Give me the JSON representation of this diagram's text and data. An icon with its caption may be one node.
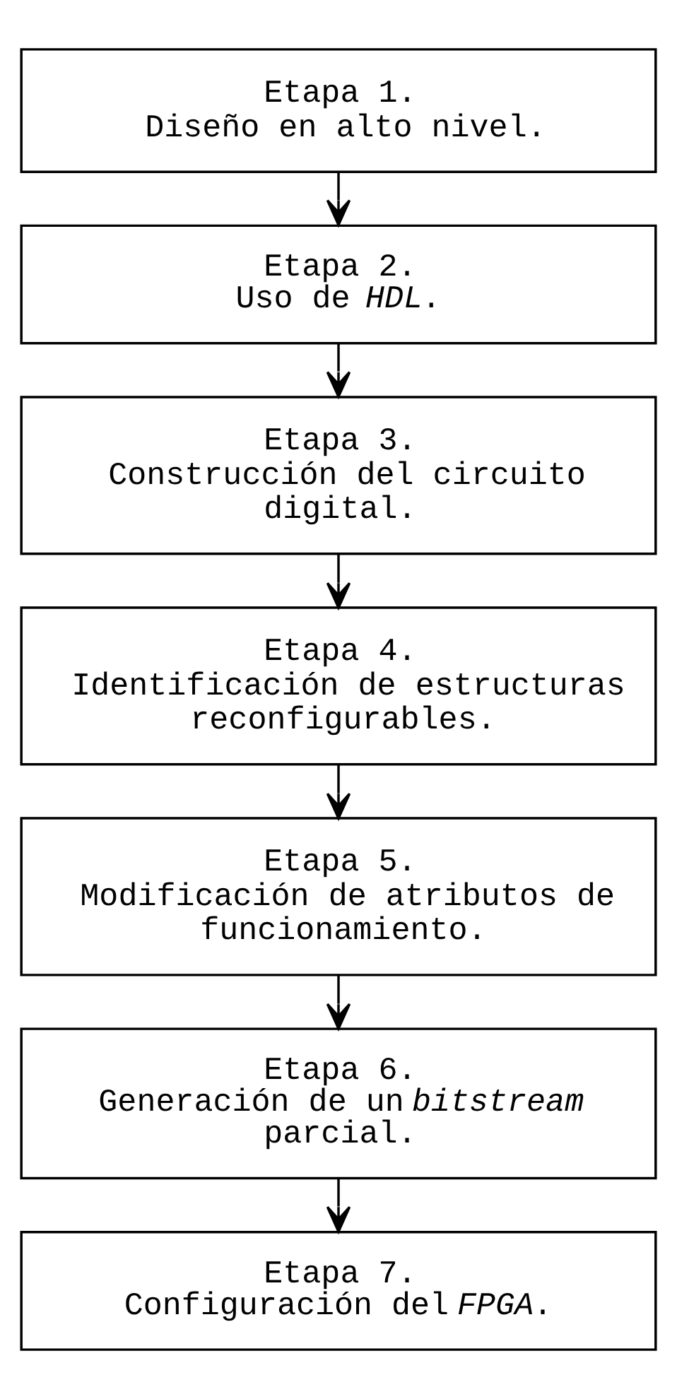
{
  "diagram": {
    "nodes": [
      {
        "text": [
          "Etapa 1.",
          "Diseño en alto nivel."
        ]
      },
      {
        "text": [
          "Etapa 2.",
          "Uso de *HDL*."
        ]
      },
      {
        "text": [
          "Etapa 3.",
          "Construcción del circuito digital."
        ]
      },
      {
        "text": [
          "Etapa 4.",
          "Identificación de estructuras reconfigurables."
        ]
      },
      {
        "text": [
          "Etapa 5.",
          "Modificación de atributos de funcionamiento."
        ]
      },
      {
        "text": [
          "Etapa 6.",
          "Generación de un *bitstream* parcial."
        ]
      },
      {
        "text": [
          "Etapa 7.",
          "Configuración del *FPGA*."
        ]
      }
    ],
    "edges": [
      {
        "from": 0,
        "to": 1,
        "arrow": "to"
      },
      {
        "from": 1,
        "to": 2,
        "arrow": "to"
      },
      {
        "from": 2,
        "to": 3,
        "arrow": "to"
      },
      {
        "from": 3,
        "to": 4,
        "arrow": "to"
      },
      {
        "from": 4,
        "to": 5,
        "arrow": "to"
      },
      {
        "from": 5,
        "to": 6,
        "arrow": "to"
      }
    ]
  }
}
